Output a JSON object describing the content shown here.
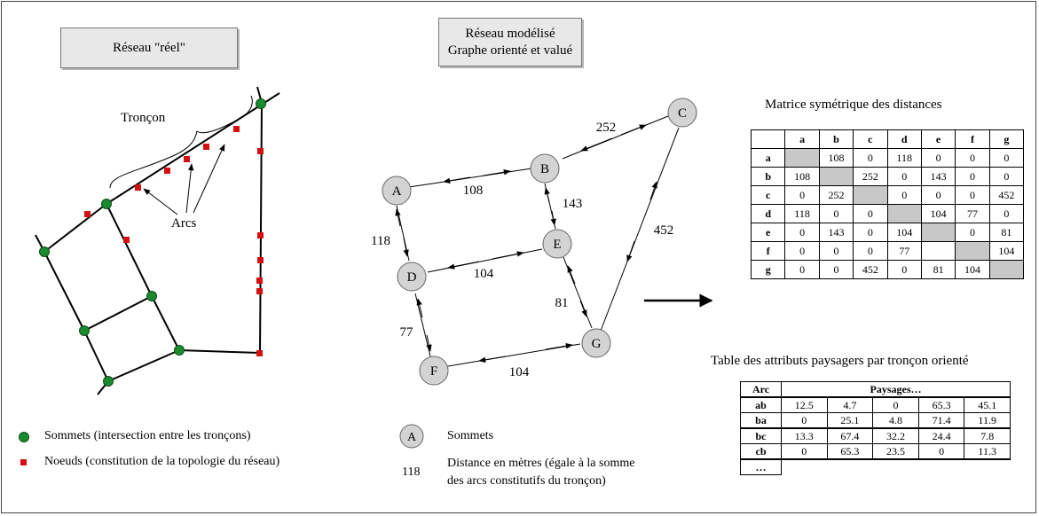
{
  "left_panel": {
    "title": "Réseau \"réel\"",
    "section_label": "Tronçon",
    "arcs_label": "Arcs"
  },
  "center_panel": {
    "title_line1": "Réseau modélisé",
    "title_line2": "Graphe orienté et valué",
    "nodes": [
      "A",
      "B",
      "C",
      "D",
      "E",
      "F",
      "G"
    ],
    "edge_labels": [
      "108",
      "252",
      "143",
      "118",
      "104",
      "452",
      "81",
      "77",
      "104"
    ]
  },
  "matrix": {
    "title": "Matrice symétrique des distances",
    "headers": [
      "a",
      "b",
      "c",
      "d",
      "e",
      "f",
      "g"
    ],
    "rows": [
      {
        "label": "a",
        "cells": [
          "",
          "108",
          "0",
          "118",
          "0",
          "0",
          "0"
        ]
      },
      {
        "label": "b",
        "cells": [
          "108",
          "",
          "252",
          "0",
          "143",
          "0",
          "0"
        ]
      },
      {
        "label": "c",
        "cells": [
          "0",
          "252",
          "",
          "0",
          "0",
          "0",
          "452"
        ]
      },
      {
        "label": "d",
        "cells": [
          "118",
          "0",
          "0",
          "",
          "104",
          "77",
          "0"
        ]
      },
      {
        "label": "e",
        "cells": [
          "0",
          "143",
          "0",
          "104",
          "",
          "0",
          "81"
        ]
      },
      {
        "label": "f",
        "cells": [
          "0",
          "0",
          "0",
          "77",
          "",
          "",
          "104"
        ]
      },
      {
        "label": "g",
        "cells": [
          "0",
          "0",
          "452",
          "0",
          "81",
          "104",
          ""
        ]
      }
    ]
  },
  "attributes": {
    "title": "Table des attributs paysagers par tronçon orienté",
    "header_arc": "Arc",
    "header_paysages": "Paysages…",
    "rows": [
      {
        "arc": "ab",
        "values": [
          "12.5",
          "4.7",
          "0",
          "65.3",
          "45.1"
        ]
      },
      {
        "arc": "ba",
        "values": [
          "0",
          "25.1",
          "4.8",
          "71.4",
          "11.9"
        ]
      },
      {
        "arc": "bc",
        "values": [
          "13.3",
          "67.4",
          "32.2",
          "24.4",
          "7.8"
        ]
      },
      {
        "arc": "cb",
        "values": [
          "0",
          "65.3",
          "23.5",
          "0",
          "11.3"
        ]
      }
    ],
    "ellipsis": "…"
  },
  "legend": {
    "sommets_dot": "Sommets (intersection entre les tronçons)",
    "noeuds": "Noeuds (constitution de la topologie du réseau)",
    "sommet_node_letter": "A",
    "sommets": "Sommets",
    "distance_value": "118",
    "distance_line1": "Distance en mètres (égale à la somme",
    "distance_line2": "des arcs constitutifs du tronçon)"
  },
  "colors": {
    "vertex": "#1a8a2e",
    "node": "#d51010",
    "graph_node_fill": "#d3d3d3",
    "diagonal": "#c8c8c8"
  }
}
